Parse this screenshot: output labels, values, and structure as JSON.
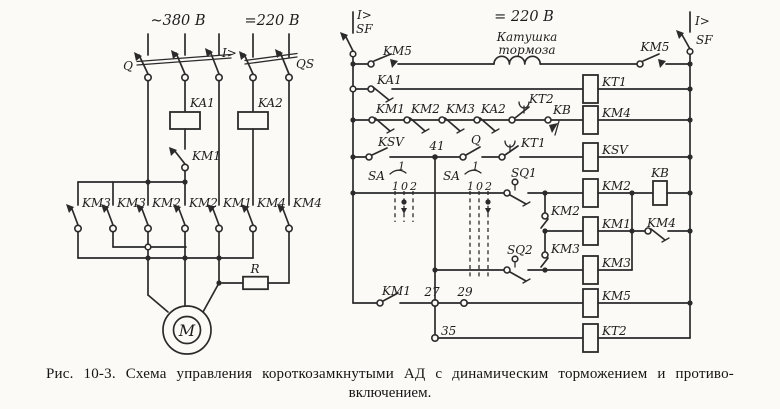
{
  "power_circuit": {
    "supply_ac": "~380 В",
    "supply_dc": "=220 В",
    "switch_q": "Q",
    "switch_qs": "QS",
    "overcurrent": "I>",
    "coil_ka1": "KA1",
    "coil_ka2": "KA2",
    "contact_km1": "KM1",
    "branch_contacts": [
      "KM3",
      "KM3",
      "KM2",
      "KM2",
      "KM1",
      "KM4",
      "KM4"
    ],
    "resistor": "R",
    "motor": "M"
  },
  "control_circuit": {
    "supply": "= 220 В",
    "brake_coil_line1": "Катушка",
    "brake_coil_line2": "тормоза",
    "breaker_left": {
      "overcurrent": "I>",
      "name": "SF"
    },
    "breaker_right": {
      "overcurrent": "I>",
      "name": "SF"
    },
    "row1": {
      "contact_left": "KM5",
      "contact_right": "KM5"
    },
    "row2": {
      "contact_ka1": "KA1",
      "coil_kt1": "KT1"
    },
    "row3": {
      "contact_km1": "KM1",
      "contact_km2": "KM2",
      "contact_km3": "KM3",
      "contact_ka2": "KA2",
      "contact_kt2": "KT2",
      "contact_kb": "KB",
      "coil_km4": "KM4"
    },
    "row4": {
      "contact_ksv": "KSV",
      "node_41": "41",
      "contact_q": "Q",
      "contact_kt1": "KT1",
      "coil_ksv": "KSV"
    },
    "row5": {
      "sa1": {
        "name": "SA",
        "selector": "1",
        "pos1": "1",
        "pos0": "0",
        "pos2": "2"
      },
      "sa2": {
        "name": "SA",
        "selector": "1",
        "pos1": "1",
        "pos0": "0",
        "pos2": "2"
      },
      "contact_sq1": "SQ1",
      "coil_km2": "KM2",
      "coil_kb": "KB"
    },
    "row6": {
      "interlock_km2": "KM2",
      "coil_km1": "KM1",
      "contact_km4": "KM4"
    },
    "row7": {
      "contact_sq2": "SQ2",
      "interlock_km3": "KM3",
      "coil_km3": "KM3"
    },
    "row8": {
      "contact_km1": "KM1",
      "node_27": "27",
      "node_29": "29",
      "coil_km5": "KM5"
    },
    "row9": {
      "node_35": "35",
      "coil_kt2": "KT2"
    }
  },
  "caption": {
    "line1": "Рис. 10-3. Схема управления короткозамкнутыми АД с динамическим торможением и противо-",
    "line2": "включением."
  }
}
